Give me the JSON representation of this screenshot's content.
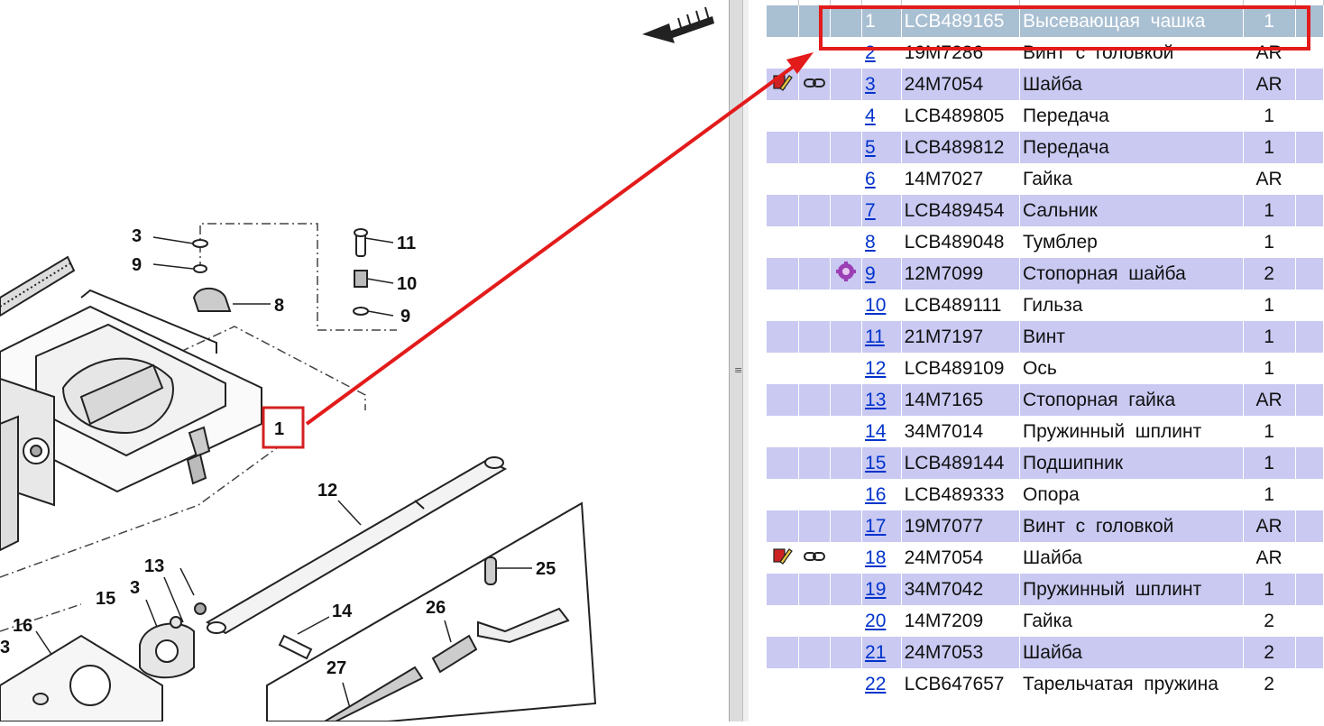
{
  "diagram": {
    "callouts": [
      "1",
      "3",
      "9",
      "11",
      "10",
      "9",
      "8",
      "12",
      "13",
      "3",
      "15",
      "16",
      "14",
      "26",
      "25",
      "27",
      "3"
    ],
    "selected_callout": "1"
  },
  "splitter": {
    "grip": "≡"
  },
  "colors": {
    "highlight": "#e31b1b",
    "row_odd": "#c9c9f2",
    "row_selected": "#a9bfd2",
    "link": "#0033cc"
  },
  "parts": [
    {
      "num": "1",
      "code": "LCB489165",
      "name": "Высевающая  чашка",
      "qty": "1",
      "icon1": "",
      "icon2": "",
      "icon3": ""
    },
    {
      "num": "2",
      "code": "19M7286",
      "name": "Винт  с  головкой",
      "qty": "AR",
      "icon1": "",
      "icon2": "",
      "icon3": ""
    },
    {
      "num": "3",
      "code": "24M7054",
      "name": "Шайба",
      "qty": "AR",
      "icon1": "note-pencil-icon",
      "icon2": "link-icon",
      "icon3": ""
    },
    {
      "num": "4",
      "code": "LCB489805",
      "name": "Передача",
      "qty": "1",
      "icon1": "",
      "icon2": "",
      "icon3": ""
    },
    {
      "num": "5",
      "code": "LCB489812",
      "name": "Передача",
      "qty": "1",
      "icon1": "",
      "icon2": "",
      "icon3": ""
    },
    {
      "num": "6",
      "code": "14M7027",
      "name": "Гайка",
      "qty": "AR",
      "icon1": "",
      "icon2": "",
      "icon3": ""
    },
    {
      "num": "7",
      "code": "LCB489454",
      "name": "Сальник",
      "qty": "1",
      "icon1": "",
      "icon2": "",
      "icon3": ""
    },
    {
      "num": "8",
      "code": "LCB489048",
      "name": "Тумблер",
      "qty": "1",
      "icon1": "",
      "icon2": "",
      "icon3": ""
    },
    {
      "num": "9",
      "code": "12M7099",
      "name": "Стопорная  шайба",
      "qty": "2",
      "icon1": "",
      "icon2": "",
      "icon3": "purple-gear-icon"
    },
    {
      "num": "10",
      "code": "LCB489111",
      "name": "Гильза",
      "qty": "1",
      "icon1": "",
      "icon2": "",
      "icon3": ""
    },
    {
      "num": "11",
      "code": "21M7197",
      "name": "Винт",
      "qty": "1",
      "icon1": "",
      "icon2": "",
      "icon3": ""
    },
    {
      "num": "12",
      "code": "LCB489109",
      "name": "Ось",
      "qty": "1",
      "icon1": "",
      "icon2": "",
      "icon3": ""
    },
    {
      "num": "13",
      "code": "14M7165",
      "name": "Стопорная  гайка",
      "qty": "AR",
      "icon1": "",
      "icon2": "",
      "icon3": ""
    },
    {
      "num": "14",
      "code": "34M7014",
      "name": "Пружинный  шплинт",
      "qty": "1",
      "icon1": "",
      "icon2": "",
      "icon3": ""
    },
    {
      "num": "15",
      "code": "LCB489144",
      "name": "Подшипник",
      "qty": "1",
      "icon1": "",
      "icon2": "",
      "icon3": ""
    },
    {
      "num": "16",
      "code": "LCB489333",
      "name": "Опора",
      "qty": "1",
      "icon1": "",
      "icon2": "",
      "icon3": ""
    },
    {
      "num": "17",
      "code": "19M7077",
      "name": "Винт  с  головкой",
      "qty": "AR",
      "icon1": "",
      "icon2": "",
      "icon3": ""
    },
    {
      "num": "18",
      "code": "24M7054",
      "name": "Шайба",
      "qty": "AR",
      "icon1": "note-pencil-icon",
      "icon2": "link-icon",
      "icon3": ""
    },
    {
      "num": "19",
      "code": "34M7042",
      "name": "Пружинный  шплинт",
      "qty": "1",
      "icon1": "",
      "icon2": "",
      "icon3": ""
    },
    {
      "num": "20",
      "code": "14M7209",
      "name": "Гайка",
      "qty": "2",
      "icon1": "",
      "icon2": "",
      "icon3": ""
    },
    {
      "num": "21",
      "code": "24M7053",
      "name": "Шайба",
      "qty": "2",
      "icon1": "",
      "icon2": "",
      "icon3": ""
    },
    {
      "num": "22",
      "code": "LCB647657",
      "name": "Тарельчатая  пружина",
      "qty": "2",
      "icon1": "",
      "icon2": "",
      "icon3": ""
    }
  ]
}
